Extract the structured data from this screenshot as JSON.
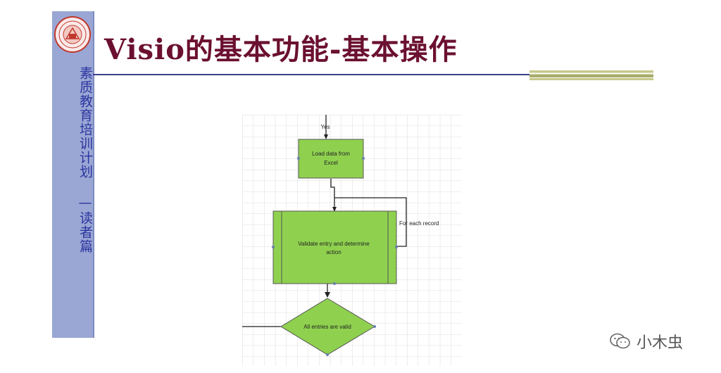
{
  "slide": {
    "title": "Visio的基本功能-基本操作",
    "sidebar_label": "素质教育培训计划 —读者篇"
  },
  "flowchart": {
    "yes_label": "Yes",
    "load_line1": "Load data from",
    "load_line2": "Excel",
    "validate_line1": "Validate entry and determine",
    "validate_line2": "action",
    "loop_label": "For each record",
    "decision_label": "All entries are valid"
  },
  "watermark": {
    "text": "小木虫",
    "icon": "wechat-icon"
  },
  "colors": {
    "title": "#6b1030",
    "sidebar": "#9aa6d4",
    "sidebar_text": "#2b36a0",
    "shape_fill": "#8fd14f",
    "seal": "#c0392b"
  }
}
